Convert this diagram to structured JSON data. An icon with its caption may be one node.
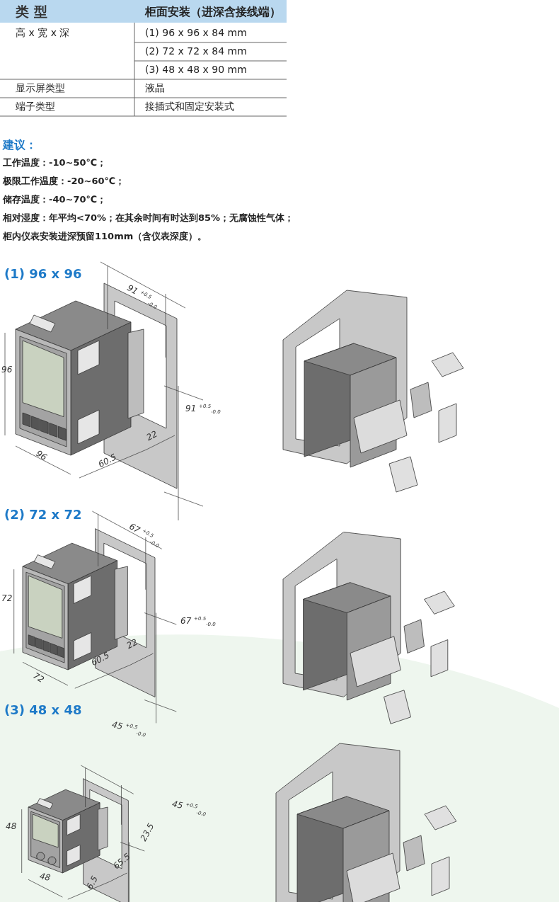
{
  "diagram": {
    "labels": [
      "类 型",
      "柜面安装（进深含接线端）",
      "高 x 宽 x 深",
      "(1) 96 x 96 x 84 mm",
      "(2) 72 x 72 x 84 mm",
      "(3) 48 x 48 x 90 mm",
      "显示屏类型",
      "液晶",
      "端子类型",
      "接插式和固定安装式",
      "建议：",
      "工作温度：-10~50℃；",
      "极限工作温度：-20~60℃；",
      "储存温度：-40~70℃；",
      "相对湿度：年平均<70%；在其余时间有时达到85%；无腐蚀性气体；",
      "柜内仪表安装进深预留110mm（含仪表深度）。",
      "(1) 96 x 96",
      "91 $^{+0.5}$$_{-0.0}$",
      "96",
      "91 $^{+0.5}$$_{-0.0}$",
      "22",
      "96",
      "60.5",
      "(2) 72 x 72",
      "67 $^{+0.5}$$_{-0.0}$",
      "72",
      "67 $^{+0.5}$$_{-0.0}$",
      "22",
      "60.5",
      "72",
      "(3) 48 x 48",
      "45 $^{+0.5}$$_{-0.0}$",
      "45 $^{+0.5}$$_{-0.0}$",
      "48",
      "23.5",
      "65.5",
      "48",
      "6.5"
    ]
  }
}
